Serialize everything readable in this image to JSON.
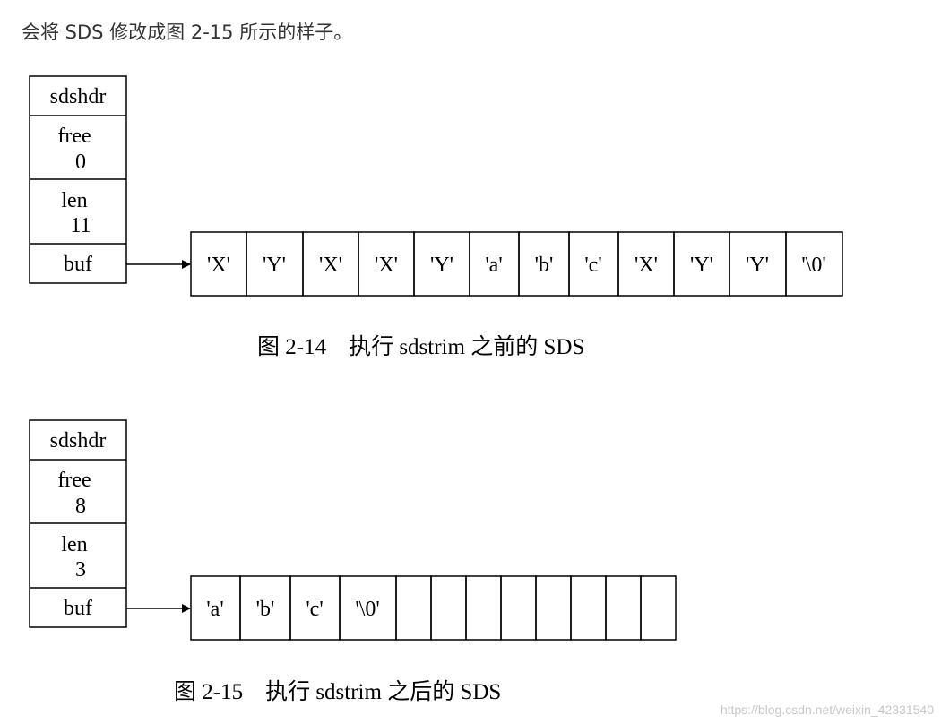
{
  "intro_text": "会将 SDS 修改成图 2-15 所示的样子。",
  "figures": [
    {
      "header": {
        "title": "sdshdr",
        "free_label": "free",
        "free_value": "0",
        "len_label": "len",
        "len_value": "11",
        "buf_label": "buf"
      },
      "buffer_cells": [
        "'X'",
        "'Y'",
        "'X'",
        "'X'",
        "'Y'",
        "'a'",
        "'b'",
        "'c'",
        "'X'",
        "'Y'",
        "'Y'",
        "'\\0'"
      ],
      "caption": "图 2-14　执行 sdstrim 之前的 SDS"
    },
    {
      "header": {
        "title": "sdshdr",
        "free_label": "free",
        "free_value": "8",
        "len_label": "len",
        "len_value": "3",
        "buf_label": "buf"
      },
      "buffer_cells": [
        "'a'",
        "'b'",
        "'c'",
        "'\\0'",
        "",
        "",
        "",
        "",
        "",
        "",
        "",
        ""
      ],
      "caption": "图 2-15　执行 sdstrim 之后的 SDS"
    }
  ],
  "watermark": "https://blog.csdn.net/weixin_42331540"
}
